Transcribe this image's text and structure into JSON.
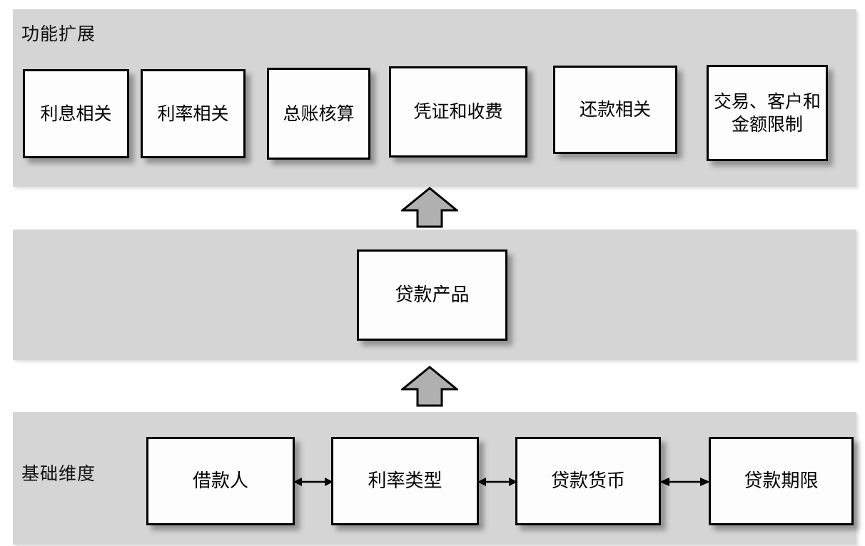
{
  "diagram": {
    "title_top": "功能扩展",
    "title_bottom": "基础维度",
    "colors": {
      "band_fill": "#d5d5d5",
      "node_fill": "#fdfdfd",
      "node_border": "#000000",
      "arrow_fill": "#b0b0b0",
      "arrow_stroke": "#000000",
      "page_background": "#ffffff"
    },
    "bands": [
      {
        "name": "functional-extension",
        "label": "功能扩展"
      },
      {
        "name": "product-layer",
        "label": ""
      },
      {
        "name": "base-dimension",
        "label": "基础维度"
      }
    ],
    "top_row": {
      "label": "功能扩展",
      "nodes": [
        {
          "id": "interest",
          "label": "利息相关"
        },
        {
          "id": "rate",
          "label": "利率相关"
        },
        {
          "id": "ledger",
          "label": "总账核算"
        },
        {
          "id": "voucher",
          "label": "凭证和收费"
        },
        {
          "id": "repayment",
          "label": "还款相关"
        },
        {
          "id": "limits",
          "label": "交易、客户和金额限制"
        }
      ]
    },
    "middle_row": {
      "nodes": [
        {
          "id": "loan-product",
          "label": "贷款产品"
        }
      ]
    },
    "bottom_row": {
      "label": "基础维度",
      "nodes": [
        {
          "id": "borrower",
          "label": "借款人"
        },
        {
          "id": "rate-type",
          "label": "利率类型"
        },
        {
          "id": "currency",
          "label": "贷款货币"
        },
        {
          "id": "term",
          "label": "贷款期限"
        }
      ]
    },
    "connectors": [
      {
        "id": "up-arrow-product-to-extension",
        "type": "arrow-up",
        "from": "贷款产品",
        "to": "功能扩展"
      },
      {
        "id": "up-arrow-base-to-product",
        "type": "arrow-up",
        "from": "基础维度",
        "to": "贷款产品"
      },
      {
        "id": "link-borrower-rate-type",
        "type": "bidirectional",
        "from": "借款人",
        "to": "利率类型"
      },
      {
        "id": "link-rate-type-currency",
        "type": "bidirectional",
        "from": "利率类型",
        "to": "贷款货币"
      },
      {
        "id": "link-currency-term",
        "type": "bidirectional",
        "from": "贷款货币",
        "to": "贷款期限"
      }
    ]
  }
}
